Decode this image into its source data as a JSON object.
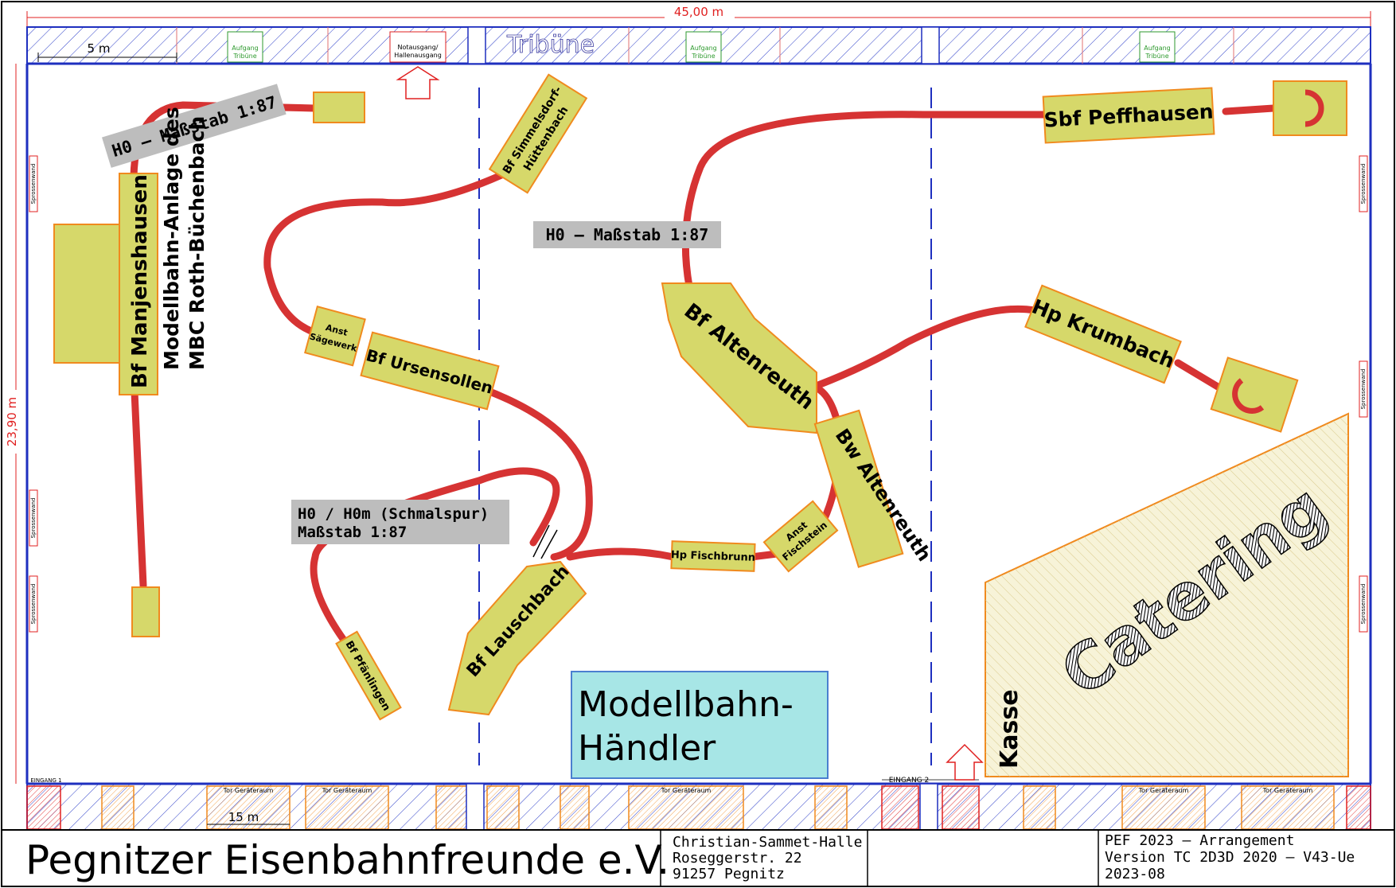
{
  "colors": {
    "track": "#d63333",
    "station_fill": "#d6d86a",
    "station_stroke": "#f08a1e",
    "label_gray": "#bdbdbd",
    "wall_blue": "#1e2fbf",
    "dim_red": "#e02020",
    "dealer_fill": "#a7e6e6",
    "dealer_stroke": "#4a7fd0",
    "catering_fill": "#f7f3d8"
  },
  "dimensions": {
    "width": "45,00 m",
    "height": "23,90 m",
    "top_scale": "5 m",
    "bottom_scale": "15 m"
  },
  "top_wall": {
    "aufgang_1": [
      "Aufgang",
      "Tribüne"
    ],
    "notausgang": [
      "Notausgang/",
      "Hallenausgang"
    ],
    "tribuene": "Tribüne",
    "aufgang_2": [
      "Aufgang",
      "Tribüne"
    ],
    "aufgang_3": [
      "Aufgang",
      "Tribüne"
    ]
  },
  "side_wall": {
    "sprossenwand": "Sprossenwand"
  },
  "bottom_wall": {
    "eingang_1": "EINGANG 1",
    "eingang_2": "EINGANG 2",
    "tor": "Tor Geräteraum"
  },
  "labels": {
    "scale_1": "H0 – Maßstab 1:87",
    "scale_2": "H0 – Maßstab 1:87",
    "scale_3_line1": "H0 / H0m (Schmalspur)",
    "scale_3_line2": "Maßstab 1:87",
    "club_line1": "Modellbahn-Anlage des",
    "club_line2": "MBC Roth-Büchenbach"
  },
  "stations": {
    "manjenshausen": "Bf Manjenshausen",
    "simmelsdorf_1": "Bf Simmelsdorf-",
    "simmelsdorf_2": "Hüttenbach",
    "peffhausen": "Sbf Peffhausen",
    "anst_saegewerk_1": "Anst",
    "anst_saegewerk_2": "Sägewerk",
    "ursensollen": "Bf Ursensollen",
    "altenreuth": "Bf Altenreuth",
    "krumbach": "Hp Krumbach",
    "bw_altenreuth": "Bw Altenreuth",
    "fischbrunn": "Hp Fischbrunn",
    "anst_fischstein_1": "Anst",
    "anst_fischstein_2": "Fischstein",
    "lauschbach": "Bf Lauschbach",
    "pfaenlingen": "Bf Pfänlingen"
  },
  "areas": {
    "dealer_line1": "Modellbahn-",
    "dealer_line2": "Händler",
    "catering": "Catering",
    "kasse": "Kasse"
  },
  "footer": {
    "club": "Pegnitzer Eisenbahnfreunde e.V.",
    "venue_line1": "Christian-Sammet-Halle",
    "venue_line2": "Roseggerstr. 22",
    "venue_line3": "91257 Pegnitz",
    "project_line1": "PEF 2023 – Arrangement",
    "project_line2": "Version TC 2D3D 2020 – V43-Ue",
    "project_line3": "2023-08"
  }
}
